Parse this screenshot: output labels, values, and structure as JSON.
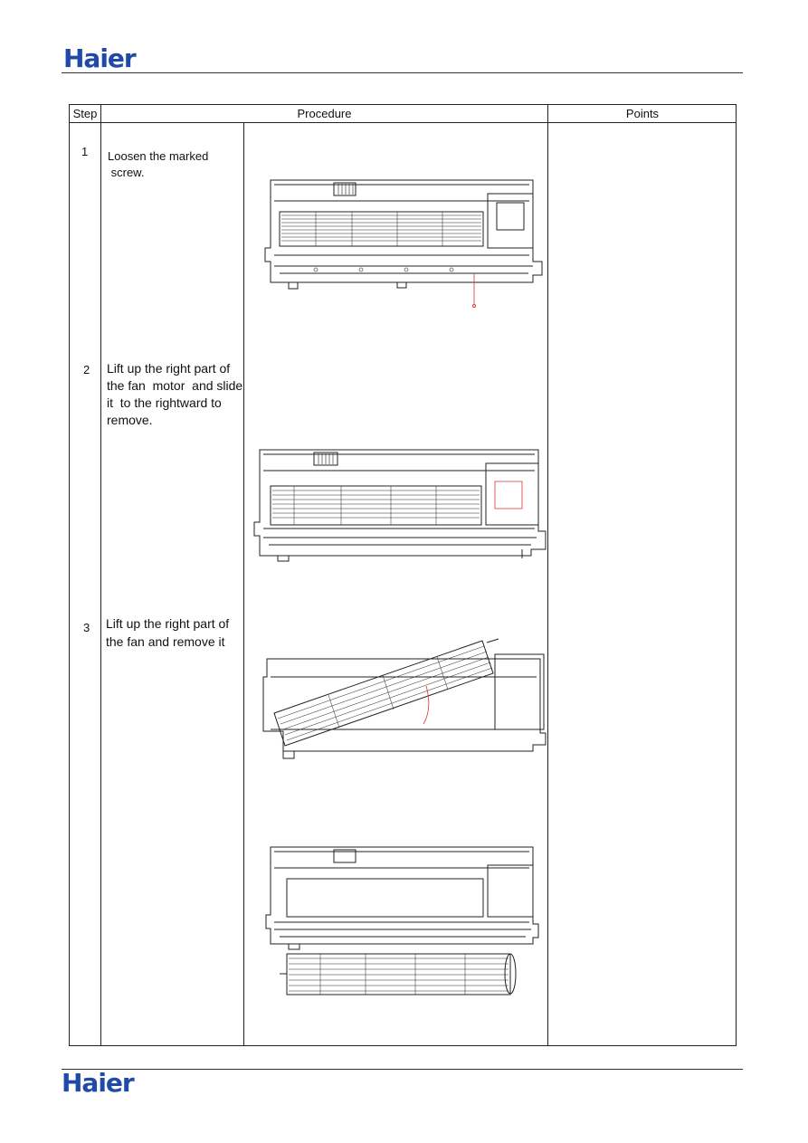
{
  "brand": {
    "logo_text": "Haier",
    "color": "#1f4aa8"
  },
  "table": {
    "headers": {
      "step": "Step",
      "procedure": "Procedure",
      "points": "Points"
    },
    "steps": [
      {
        "number": "1",
        "text": "Loosen the marked\n screw."
      },
      {
        "number": "2",
        "text": "Lift up the right part of\nthe fan  motor  and slide\nit  to the rightward to\nremove."
      },
      {
        "number": "3",
        "text": "Lift up the right part of\nthe fan and remove it"
      }
    ]
  },
  "figures": [
    {
      "icon": "indoor-unit-with-fan-drawing"
    },
    {
      "icon": "indoor-unit-motor-drawing"
    },
    {
      "icon": "fan-lifting-drawing"
    },
    {
      "icon": "fan-removed-drawing"
    }
  ]
}
